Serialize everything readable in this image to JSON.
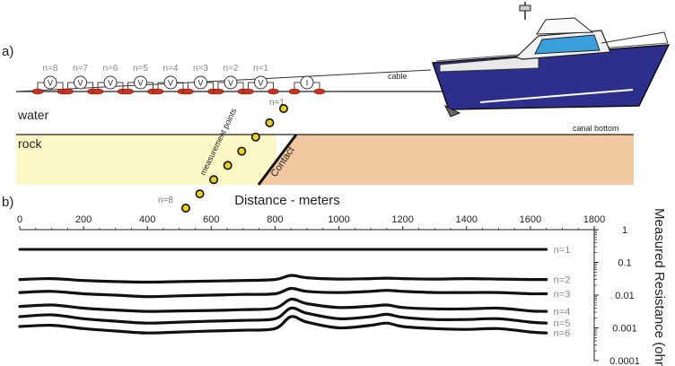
{
  "panel_a": {
    "label": "a)",
    "water_label": "water",
    "rock_label": "rock",
    "cable_label": "cable",
    "canal_bottom_label": "canal bottom",
    "measurement_points_label": "measurement points",
    "contact_label": "Contact",
    "point_top_label": "n=1",
    "point_bottom_label": "n=8",
    "electrode_groups": [
      {
        "n": "n=8",
        "symbol": "V"
      },
      {
        "n": "n=7",
        "symbol": "V"
      },
      {
        "n": "n=6",
        "symbol": "V"
      },
      {
        "n": "n=5",
        "symbol": "V"
      },
      {
        "n": "n=4",
        "symbol": "V"
      },
      {
        "n": "n=3",
        "symbol": "V"
      },
      {
        "n": "n=2",
        "symbol": "V"
      },
      {
        "n": "n=1",
        "symbol": "V"
      },
      {
        "n": "",
        "symbol": "I"
      }
    ],
    "colors": {
      "rock_light": "#fdf8c6",
      "rock_dark": "#f2c8a0",
      "electrode": "#c8321e",
      "boat_hull": "#2c2f8c",
      "point_fill": "#e6d21e"
    }
  },
  "panel_b": {
    "label": "b)",
    "chart_data": {
      "type": "line",
      "title": "",
      "xlabel": "Distance - meters",
      "ylabel": "Measured Resistance (ohms)",
      "xlim": [
        0,
        1800
      ],
      "x_ticks": [
        "0",
        "200",
        "400",
        "600",
        "800",
        "1000",
        "1200",
        "1400",
        "1600",
        "1800"
      ],
      "y_scale": "log",
      "ylim": [
        0.0001,
        1
      ],
      "y_ticks": [
        "1",
        "0.1",
        "0.01",
        "0.001",
        "0.0001"
      ],
      "grid": false,
      "x": [
        0,
        100,
        200,
        300,
        400,
        500,
        600,
        700,
        800,
        850,
        900,
        1000,
        1100,
        1150,
        1200,
        1300,
        1400,
        1500,
        1600,
        1650
      ],
      "series": [
        {
          "name": "n=1",
          "values": [
            0.25,
            0.25,
            0.25,
            0.25,
            0.25,
            0.25,
            0.25,
            0.25,
            0.25,
            0.25,
            0.25,
            0.25,
            0.25,
            0.25,
            0.25,
            0.25,
            0.25,
            0.25,
            0.25,
            0.25
          ]
        },
        {
          "name": "n=2",
          "values": [
            0.03,
            0.032,
            0.028,
            0.026,
            0.025,
            0.026,
            0.027,
            0.028,
            0.03,
            0.04,
            0.034,
            0.031,
            0.032,
            0.033,
            0.032,
            0.031,
            0.032,
            0.031,
            0.03,
            0.03
          ]
        },
        {
          "name": "n=3",
          "values": [
            0.012,
            0.013,
            0.011,
            0.01,
            0.009,
            0.0095,
            0.01,
            0.0105,
            0.011,
            0.016,
            0.013,
            0.012,
            0.013,
            0.014,
            0.013,
            0.012,
            0.012,
            0.012,
            0.011,
            0.011
          ]
        },
        {
          "name": "n=4",
          "values": [
            0.0045,
            0.005,
            0.004,
            0.0035,
            0.0032,
            0.0033,
            0.0034,
            0.0036,
            0.004,
            0.0075,
            0.0055,
            0.0042,
            0.0046,
            0.005,
            0.0042,
            0.0038,
            0.0038,
            0.004,
            0.0033,
            0.0032
          ]
        },
        {
          "name": "n=5",
          "values": [
            0.0022,
            0.0025,
            0.0019,
            0.0016,
            0.0014,
            0.0015,
            0.0016,
            0.0017,
            0.0019,
            0.004,
            0.0028,
            0.0019,
            0.0022,
            0.0026,
            0.0021,
            0.0018,
            0.0018,
            0.0019,
            0.0015,
            0.0014
          ]
        },
        {
          "name": "n=6",
          "values": [
            0.0011,
            0.0012,
            0.00095,
            0.0008,
            0.0007,
            0.00075,
            0.0008,
            0.00085,
            0.00095,
            0.0022,
            0.0015,
            0.001,
            0.0012,
            0.0014,
            0.0011,
            0.00095,
            0.0009,
            0.00095,
            0.00075,
            0.0007
          ]
        }
      ]
    }
  }
}
